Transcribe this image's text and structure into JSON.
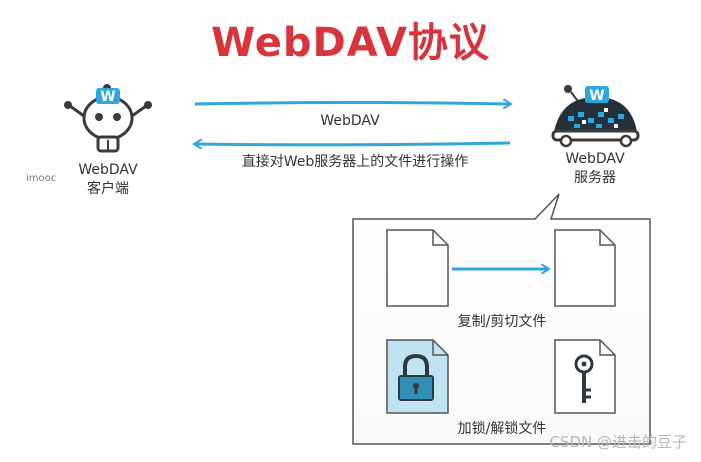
{
  "title": "WebDAV协议",
  "client": {
    "name": "WebDAV",
    "role": "客户端"
  },
  "server": {
    "name": "WebDAV",
    "role": "服务器"
  },
  "arrows": {
    "top_label": "WebDAV",
    "bottom_label": "直接对Web服务器上的文件进行操作"
  },
  "robot_badge": "W",
  "detail": {
    "copy_label": "复制/剪切文件",
    "lock_label": "加锁/解锁文件"
  },
  "watermarks": {
    "side": "imooc",
    "corner": "CSDN @进击的豆子"
  },
  "colors": {
    "title": "#d8343c",
    "arrow": "#2ea7e0",
    "lock_bg": "#bfe3f1",
    "lock_body": "#2f8fb4"
  }
}
